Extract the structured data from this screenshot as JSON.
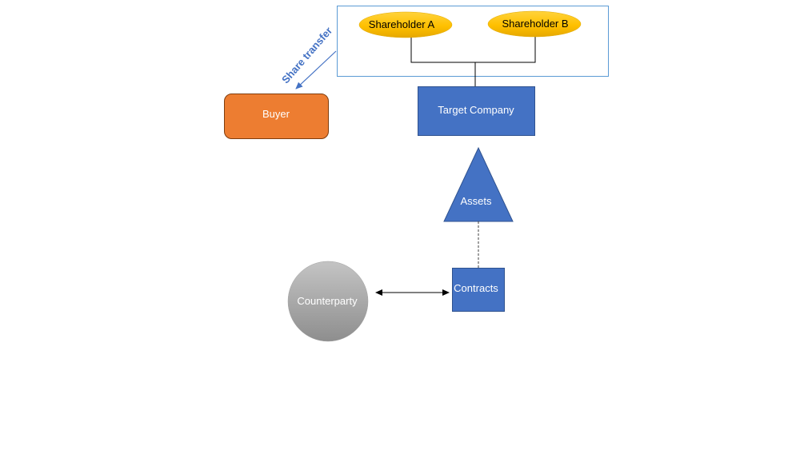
{
  "diagram": {
    "shareholder_a": "Shareholder A",
    "shareholder_b": "Shareholder B",
    "target_company": "Target Company",
    "buyer": "Buyer",
    "share_transfer": "Share transfer",
    "assets": "Assets",
    "contracts": "Contracts",
    "counterparty": "Counterparty"
  },
  "colors": {
    "shareholder_fill": "#ffc000",
    "blue_fill": "#4472c4",
    "buyer_fill": "#ed7d31",
    "group_border": "#5b9bd5",
    "arrow_blue": "#4472c4"
  }
}
